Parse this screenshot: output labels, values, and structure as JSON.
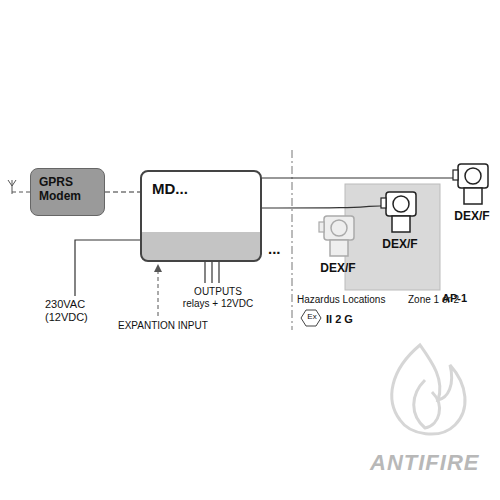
{
  "diagram": {
    "nodes": [
      {
        "text": [
          "GPRS Modem"
        ]
      },
      {
        "text": [
          "MD..."
        ]
      },
      {
        "text": [
          "DEX/F"
        ]
      },
      {
        "text": [
          "AP-1"
        ]
      },
      {
        "text": [
          "DEX/F"
        ],
        "in": 3
      },
      {
        "text": [
          "DEX/F"
        ]
      }
    ],
    "edges": [
      {
        "from": 0,
        "to": 1,
        "arrow": "none"
      },
      {
        "from": 1,
        "to": 4,
        "arrow": "none"
      },
      {
        "from": 1,
        "to": 5,
        "arrow": "none"
      }
    ],
    "labels": [
      "230VAC (12VDC)",
      "OUTPUTS relays + 12VDC",
      "EXPANTION INPUT",
      "...",
      "Hazardus Locations",
      "Zone 1 or 2",
      "Ex",
      "II 2 G",
      "ANTIFIRE"
    ]
  }
}
